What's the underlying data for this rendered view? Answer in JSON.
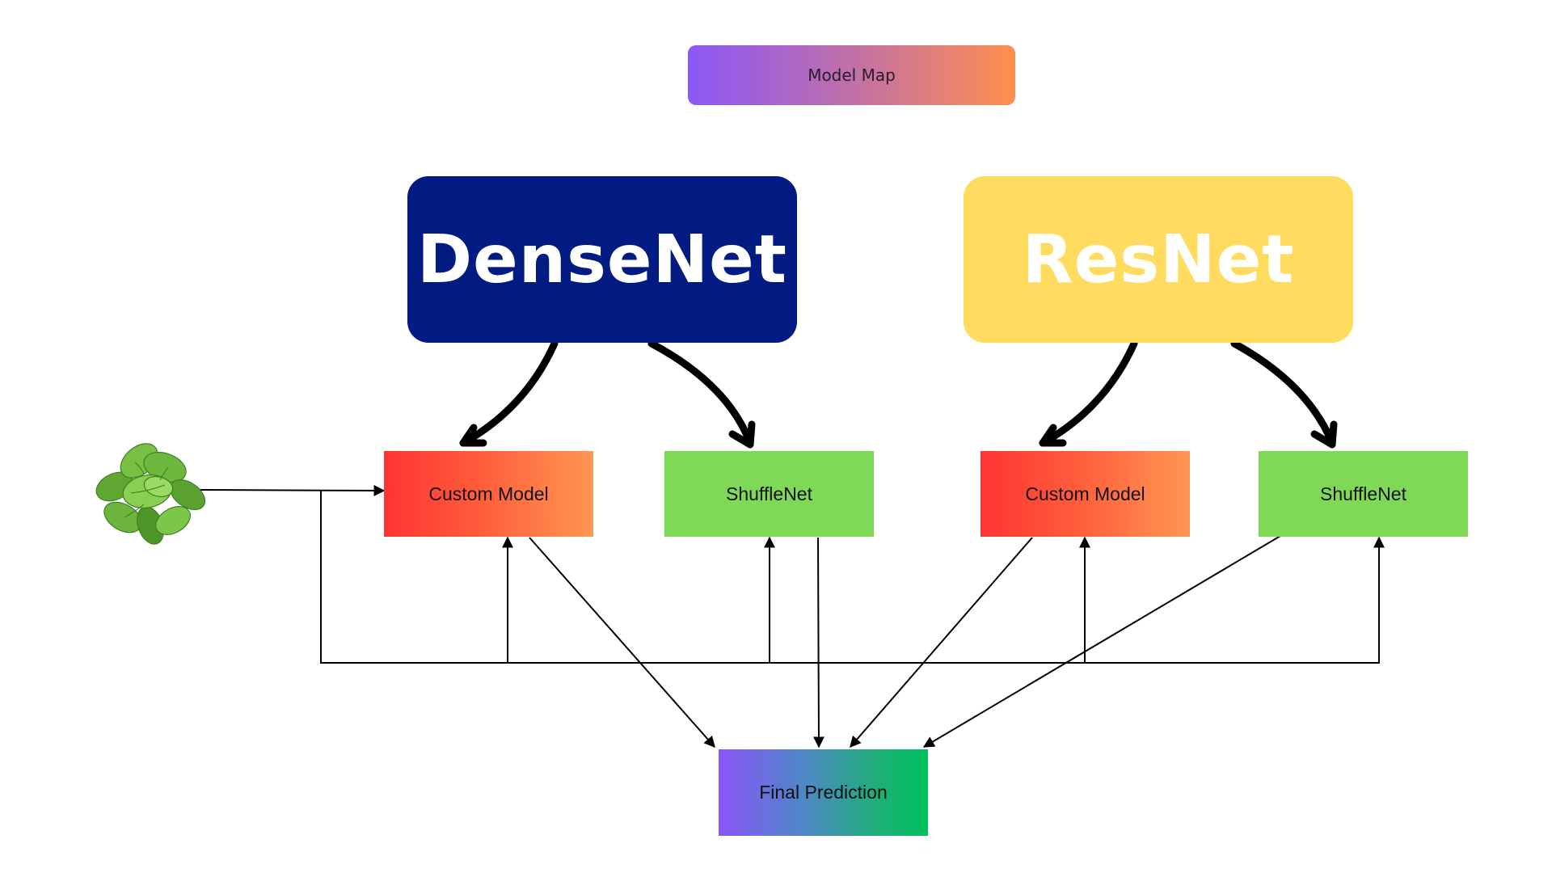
{
  "title": "Model Map",
  "backbones": {
    "densenet": "DenseNet",
    "resnet": "ResNet"
  },
  "models": {
    "densenet_custom": "Custom Model",
    "densenet_shufflenet": "ShuffleNet",
    "resnet_custom": "Custom Model",
    "resnet_shufflenet": "ShuffleNet"
  },
  "output": "Final Prediction",
  "input_image": "mint-leaves-icon",
  "colors": {
    "densenet": "#021b82",
    "resnet": "#ffdc60",
    "shufflenet": "#80d956",
    "custom_start": "#ff3333",
    "custom_end": "#ff9652",
    "arrow": "#000000"
  }
}
